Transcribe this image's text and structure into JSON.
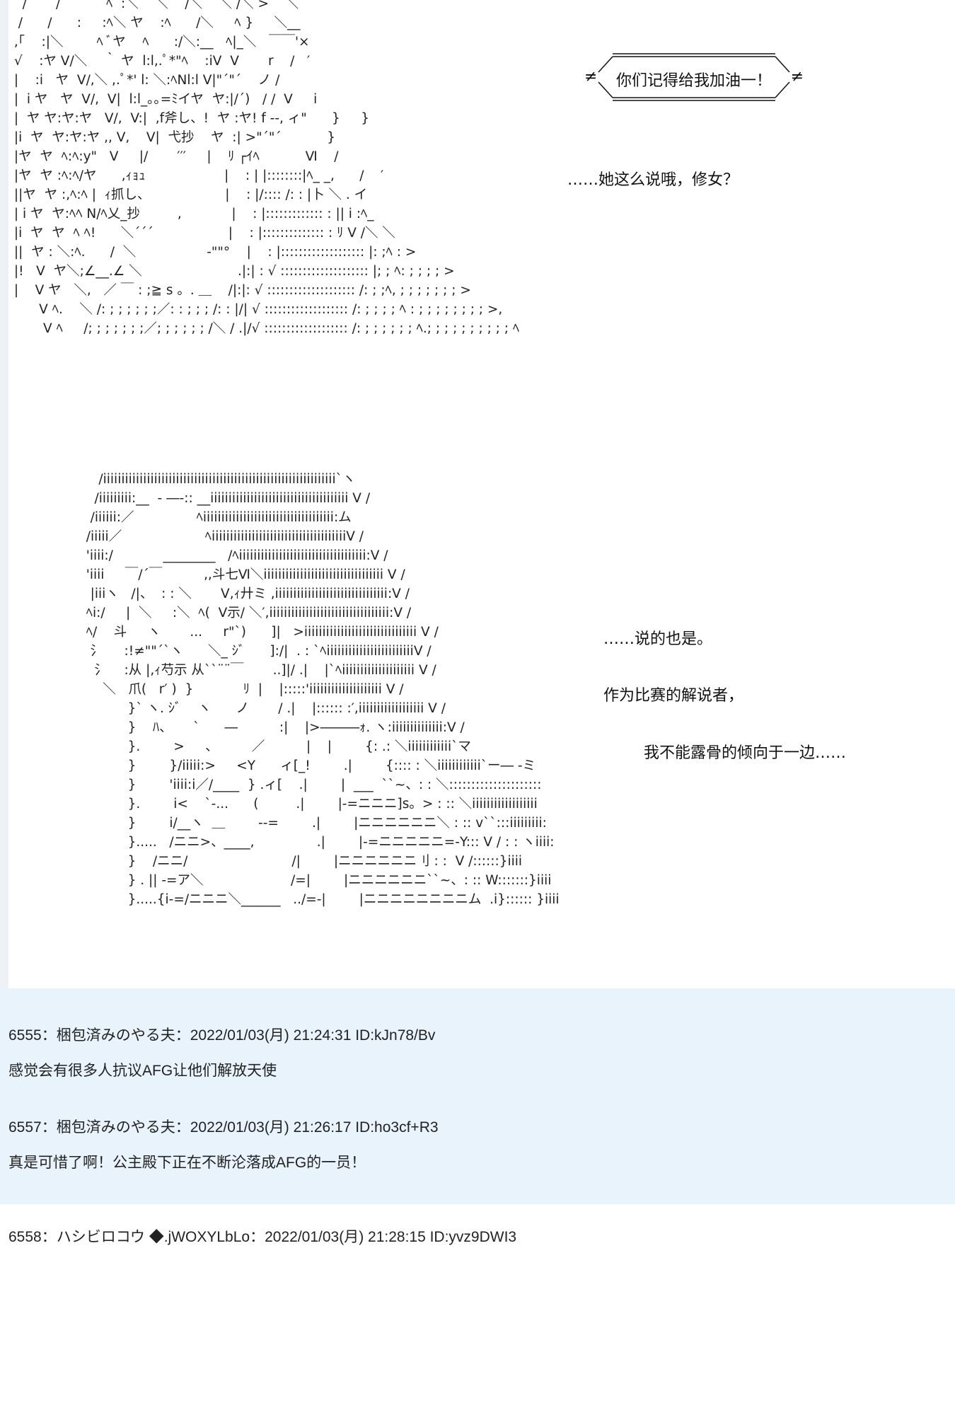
{
  "ascii_art": {
    "top": "   /       /           ﾍ  :＼    ＼    /＼    ＼ /＼ >    ＼\n  /      /      :     :ﾍ＼ ヤ    :ﾍ      /＼     ﾍ }     ＼__\n ,｢    :|＼        ﾍ ﾞヤ    ﾍ      :/＼:__   ﾍ|_＼   ￣￣'×\n √    :ヤ V/＼    ｀ ヤ  l:l,.ﾟ*\"ﾍ    :iV  V       r    /   ′\n |    :i   ヤ  V/,＼ ,.ﾟ*' l: ＼:ﾍNl:l V|\"´\"´    ノ /\n |  i ヤ   ヤ  V/,  V|  l:l_｡｡=ﾐイヤ  ヤ:|/´)   / /  V     i\n |  ヤ ヤ:ヤ:ヤ   V/,  V:|  ,f斧し、!  ヤ :ヤ! f --, ィ\"      }     }\n |i  ヤ  ヤ:ヤ:ヤ ,, V,    V|  弋抄    ヤ  :| >\"´\"´           }\n |ヤ  ヤ  ﾍ:ﾍ:y\"   V     |/       ′′′     |    ﾘ ┌ｲﾍ           Ⅵ    /\n |ヤ  ヤ :ﾍ:ﾍ/ヤ      ,ｨｮｭ                   |    : | |::::::::|ﾍ_ _,      /    ′\n ||ヤ  ヤ :,ﾍ:ﾍ |  ｨ抓し、                  |    : |/:::: /: : |卜 ＼ . イ\n | i ヤ  ヤ:ﾍﾍ N/ﾍ乂_抄         ,            |    : |::::::::::::: : || i :ﾍ_\n |i  ヤ  ヤ  ﾍ ﾍ!      ＼´´´                  |    : |:::::::::::::: : ﾘ V /＼ ＼\n ||  ヤ : ＼:ﾍ.      /  ＼                 -\"\"°    |    : |::::::::::::::::::: |: ;ﾍ : >\n |!   V  ヤ＼;∠__.∠ ＼                       .|:| : √ :::::::::::::::::::: |; ; ﾍ: ; ; ; ; >\n |    V ヤ   ＼,   ／ ￣ : ;≧ s 。. ＿    /|:|: √ :::::::::::::::::::: /: ; ;ﾍ, ; ; ; ; ; ; ; >\n       V ﾍ.    ＼ /: ; ; ; ; ; ;／: : ; ; ; /: : |/| √ ::::::::::::::::::: /: ; ; ; ; ﾍ : ; ; ; ; ; ; ; ; >,\n        V ﾍ     /; ; ; ; ; ; ;／; ; ; ; ; ; /＼ / .|/√ ::::::::::::::::::: /: ; ; ; ; ; ; ﾍ.; ; ; ; ; ; ; ; ; ; ﾍ",
    "mid": "     /iiiiiiiiiiiiiiiiiiiiiiiiiiiiiiiiiiiiiiiiiiiiiiiiiiiiiiiiiiiiiiii`ヽ\n    /iiiiiiiii:__  - ―-:: __iiiiiiiiiiiiiiiiiiiiiiiiiiiiiiiiiiiiii V /\n   /iiiiii:／               ﾍiiiiiiiiiiiiiiiiiiiiiiiiiiiiiiiiiiii:ム\n  /iiiii／                    ﾍiiiiiiiiiiiiiiiiiiiiiiiiiiiiiiiiiiiiiV /\n  'iiii:/            ________   /ﾍiiiiiiiiiiiiiiiiiiiiiiiiiiiiiiiiiii:V /\n  'iiii     ￣/´￣          ,,斗七Ⅵ＼iiiiiiiiiiiiiiiiiiiiiiiiiiiiiiiii V /\n   |iiiヽ   /|、  : : ＼       V,ｨ廾ミ ,iiiiiiiiiiiiiiiiiiiiiiiiiiiiiii:V /\n  ﾍi:/     |  ＼     :＼  ﾍ(  V示/ ＼′,iiiiiiiiiiiiiiiiiiiiiiiiiiiiiiiii:V /\n  ﾍ/    斗     ヽ       ...     r\"`)      ]|   >iiiiiiiiiiiiiiiiiiiiiiiiiiiiiii V /\n   氵     :!≠\"\"´`ヽ      ＼_ ｼﾞ      ]:/|  . : `ﾍiiiiiiiiiiiiiiiiiiiiiiiiV /\n    氵    :从 |,ｨ芍示 从``¨¨￣       ..]|/ .|    |`ﾍiiiiiiiiiiiiiiiiiiii V /\n      ＼   爪(   r′ )  }            ﾘ  |    |:::::'iiiiiiiiiiiiiiiiiiii V /\n            }` ヽ. ｼﾞ    ヽ      ノ       / .|    |:::::: :′,iiiiiiiiiiiiiiiiii V /\n            }    ﾊ、     `      ―          :|    |>―――ｫ. ヽ:iiiiiiiiiiiiii:V /\n            }.        >     、        ／          |    |        {: .: ＼iiiiiiiiiiii`マ\n            }        }/iiiii:>     <Y      ィ[_!        .|        {:::: : ＼iiiiiiiiiiii`ー― ‐ミ\n            }        'iiii:i／/____  } .ィ[    .|        |  ___  ``~、: : ＼:::::::::::::::::::::\n            }.        i<    `‐...      (         .|        |-=ニニニ]s。> : :: ＼iiiiiiiiiiiiiiiiii\n            }        i/__ヽ  ＿        --=        .|        |ニニニニニニ＼ : :: v``:::iiiiiiiii:\n            }.....   /ニニ>、____,               .|        |-=ニニニニニ=-Y::: V / : : ヽiiii:\n            }    /ニニ/                         /|        |ニニニニニニ刂 : :  V /::::::}iiii\n            } . || -=ア＼                     /=|        |ニニニニニニ``~、: :: W:::::::}iiii\n            }.....{i-=/ニニニ＼______   ../=-|        |ニニニニニニニニム  .i}:::::: }iiii"
  },
  "bubble": {
    "text": "你们记得给我加油一！",
    "left_mark": "≠",
    "right_mark": "≠"
  },
  "dialogue": {
    "line1": "……她这么说哦，修女？",
    "line2": "……说的也是。",
    "line3": "作为比赛的解说者，",
    "line4": "我不能露骨的倾向于一边……"
  },
  "posts": [
    {
      "header": "6555：梱包済みのやる夫：2022/01/03(月) 21:24:31 ID:kJn78/Bv",
      "body": "感觉会有很多人抗议AFG让他们解放天使"
    },
    {
      "header": "6557：梱包済みのやる夫：2022/01/03(月) 21:26:17 ID:ho3cf+R3",
      "body": "真是可惜了啊！公主殿下正在不断沦落成AFG的一员！"
    },
    {
      "header": "6558：ハシビロコウ ◆.jWOXYLbLo：2022/01/03(月) 21:28:15 ID:yvz9DWI3",
      "body": ""
    }
  ]
}
